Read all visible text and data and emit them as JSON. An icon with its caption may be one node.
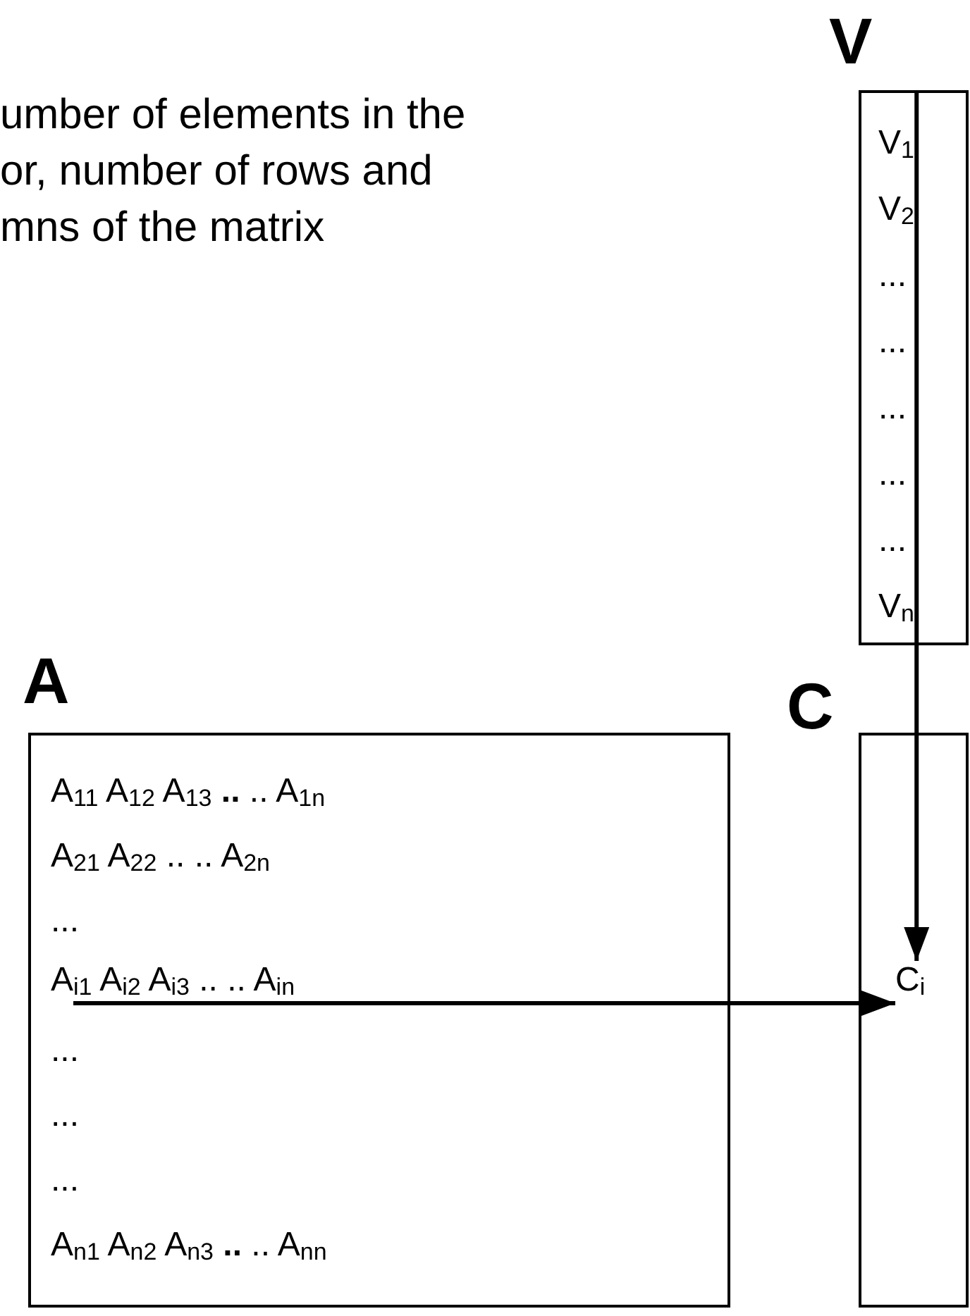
{
  "diagram": {
    "nodes": [
      {
        "text": [
          "V",
          "V$_{1}$",
          "V$_{2}$",
          "...",
          "...",
          "...",
          "...",
          "...",
          "V$_{n}$"
        ]
      },
      {
        "text": [
          "A",
          "A$_{11}$ A$_{12}$ A$_{13}$ **..** .. A$_{1n}$",
          "A$_{21}$ A$_{22}$ .. .. A$_{2n}$",
          "...",
          "...",
          "...",
          "...",
          "A$_{n1}$ A$_{n2}$ A$_{n3}$ **..** .. A$_{nn}$"
        ]
      },
      {
        "text": [
          "A$_{i1}$ A$_{i2}$ A$_{i3}$ .. .. A$_{in}$"
        ],
        "in": 1
      },
      {
        "text": [
          "C"
        ]
      },
      {
        "text": [
          "C$_{i}$"
        ],
        "in": 3
      }
    ],
    "edges": [
      {
        "from": 2,
        "to": 4,
        "arrow": "to"
      },
      {
        "from": 0,
        "to": 4,
        "arrow": "to"
      }
    ],
    "labels": [
      "umber of elements in the or, number of rows and mns of the matrix"
    ]
  }
}
